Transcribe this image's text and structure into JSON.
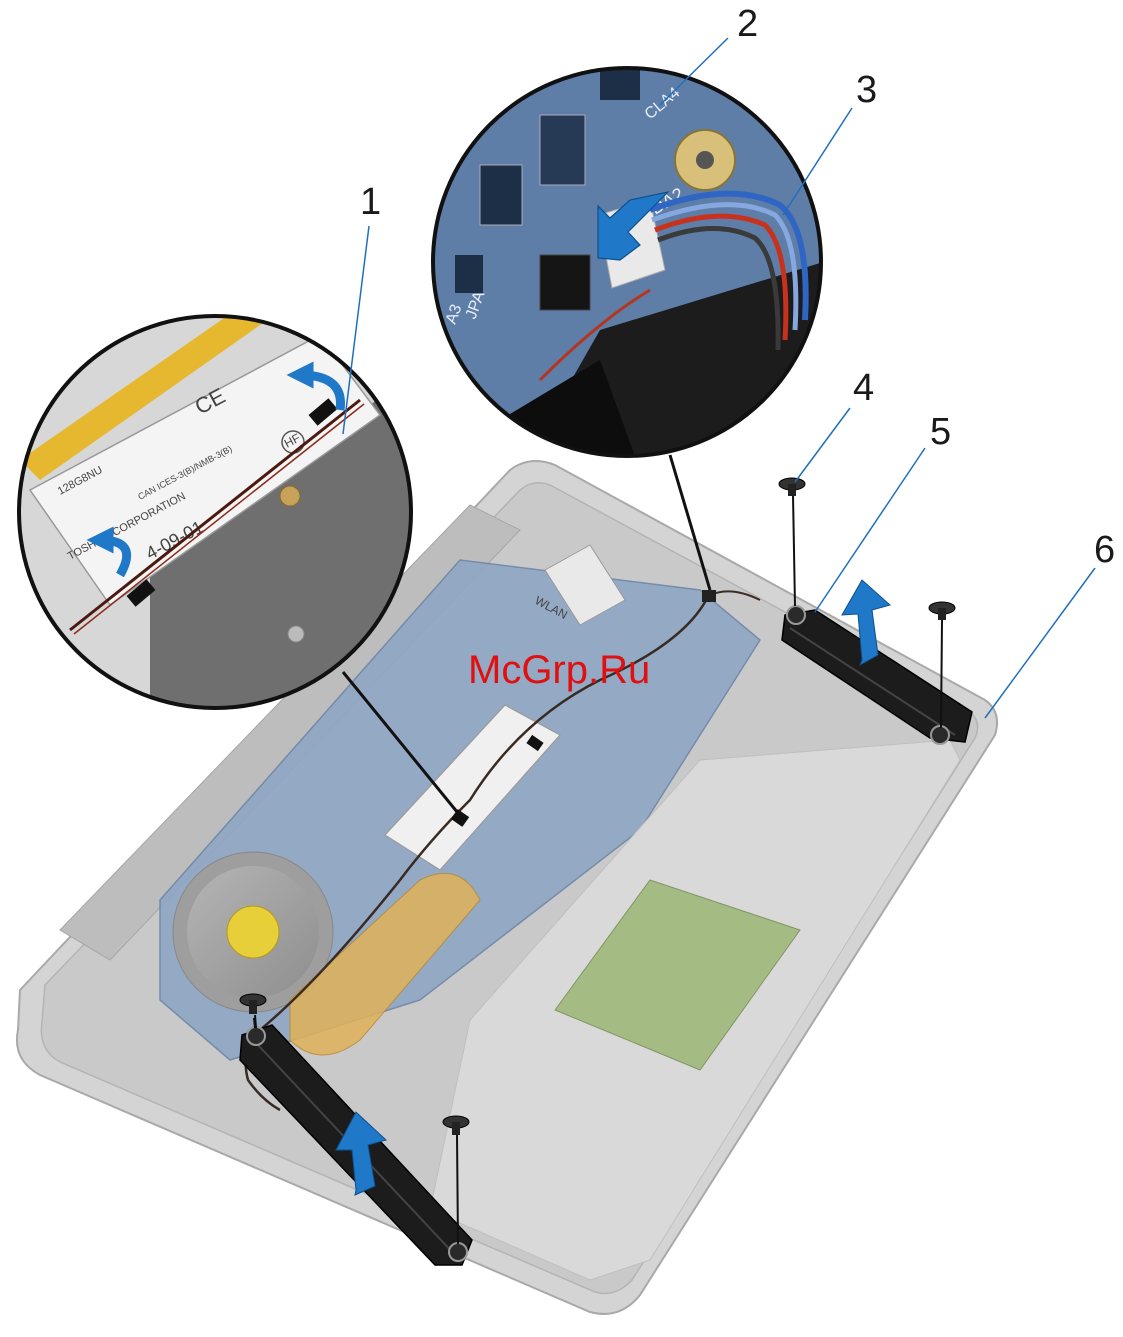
{
  "callouts": [
    {
      "id": "1",
      "label": "1"
    },
    {
      "id": "2",
      "label": "2"
    },
    {
      "id": "3",
      "label": "3"
    },
    {
      "id": "4",
      "label": "4"
    },
    {
      "id": "5",
      "label": "5"
    },
    {
      "id": "6",
      "label": "6"
    }
  ],
  "watermark": "McGrp.Ru",
  "board_text": {
    "wlan": "WLAN",
    "da2": "DA2",
    "cla4": "CLA4",
    "ssd_date": "4-09-01",
    "ssd_corp": "TOSHIBA CORPORATION",
    "ssd_model": "128G8NU",
    "ssd_cn": "CAN ICES-3(B)/NMB-3(B)",
    "jpa": "JPA",
    "a3": "A3",
    "mark_ce": "CE",
    "mark_hf": "HF"
  },
  "colors": {
    "arrow_blue": "#1f78c8",
    "callout_line": "#1f6fbf",
    "leader_line": "#111111",
    "speaker": "#1b1b1b",
    "chassis": "#d2d2d2",
    "board_blue": "#5c7fa8",
    "ssd_white": "#f3f3f3",
    "watermark_red": "#e01010"
  }
}
